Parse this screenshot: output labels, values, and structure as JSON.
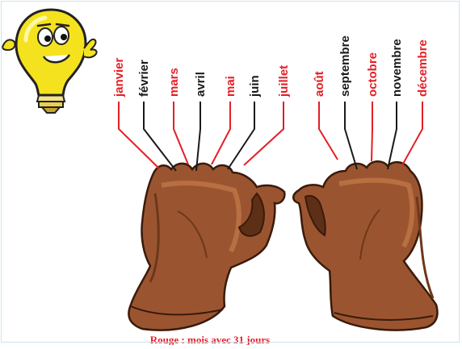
{
  "colors": {
    "red": "#e41f26",
    "black": "#1a1a1a",
    "skin": "#9a5530",
    "skin_light": "#c57a48",
    "skin_dark": "#5e2f17",
    "bulb": "#f4e21e"
  },
  "months": [
    {
      "label": "janvier",
      "long": true
    },
    {
      "label": "février",
      "long": false
    },
    {
      "label": "mars",
      "long": true
    },
    {
      "label": "avril",
      "long": false
    },
    {
      "label": "mai",
      "long": true
    },
    {
      "label": "juin",
      "long": false
    },
    {
      "label": "juillet",
      "long": true
    },
    {
      "label": "août",
      "long": true
    },
    {
      "label": "septembre",
      "long": false
    },
    {
      "label": "octobre",
      "long": true
    },
    {
      "label": "novembre",
      "long": false
    },
    {
      "label": "décembre",
      "long": true
    }
  ],
  "caption": "Rouge : mois avec 31 jours"
}
